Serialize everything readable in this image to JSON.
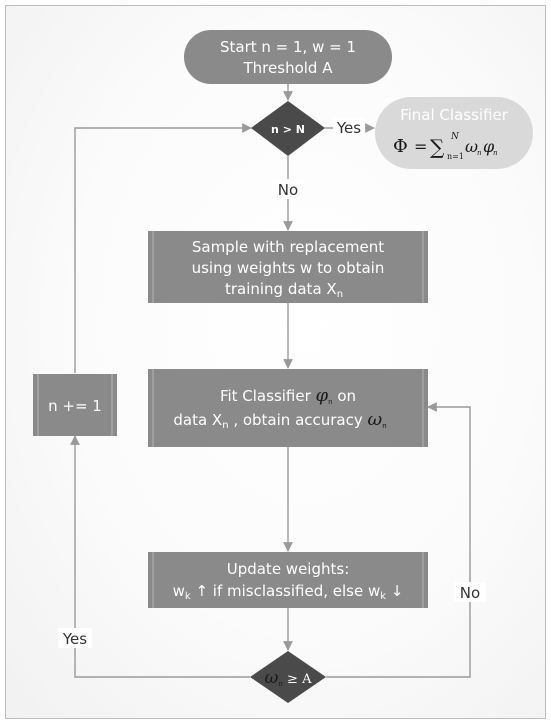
{
  "nodes": {
    "start": {
      "line1": "Start n = 1, w = 1",
      "line2": "Threshold A"
    },
    "cond_n": {
      "label": "n > N"
    },
    "final": {
      "title": "Final Classifier",
      "phi_upper": "Φ",
      "equals": "=",
      "sum": "∑",
      "sum_upper": "N",
      "sum_lower": "n=1",
      "omega": "ω",
      "omega_sub": "n",
      "phi_lower": "φ",
      "phi_sub": "n"
    },
    "sample": {
      "line1": "Sample with replacement",
      "line2": "using weights w to obtain",
      "line3": "training data X",
      "line3_sub": "n"
    },
    "fit": {
      "line1_prefix": "Fit Classifier ",
      "line1_symbol": "φ",
      "line1_symbol_sub": "n",
      "line1_suffix": " on",
      "line2_prefix": "data X",
      "line2_sub": "n",
      "line2_middle": " , obtain accuracy ",
      "line2_symbol": "ω",
      "line2_symbol_sub": "n"
    },
    "update": {
      "line1": "Update weights:",
      "line2_a": "w",
      "line2_a_sub": "k",
      "line2_b": " ↑ if misclassified, else w",
      "line2_c_sub": "k",
      "line2_d": " ↓"
    },
    "increment": {
      "label": "n += 1"
    },
    "cond_acc": {
      "symbol": "ω",
      "symbol_sub": "n",
      "rest": " ≥ A"
    }
  },
  "edges": {
    "yes_top": "Yes",
    "no_top": "No",
    "yes_bottom": "Yes",
    "no_right": "No"
  },
  "colors": {
    "node_fill": "#8a8a8a",
    "diamond_fill": "#4a4a4a",
    "final_fill": "#d9d9d9",
    "edge": "#9a9a9a",
    "text_light": "#ffffff",
    "text_dark": "#333333"
  }
}
